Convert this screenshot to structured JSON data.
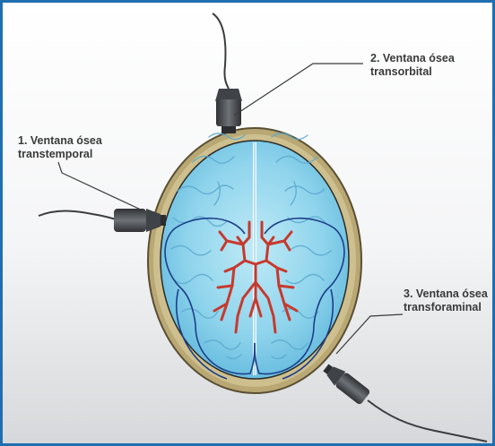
{
  "labels": {
    "transtemporal": {
      "line1": "1. Ventana ósea",
      "line2": "transtemporal"
    },
    "transorbital": {
      "line1": "2. Ventana ósea",
      "line2": "transorbital"
    },
    "transforaminal": {
      "line1": "3. Ventana ósea",
      "line2": "transforaminal"
    }
  },
  "colors": {
    "frame_border": "#1f6fb0",
    "skull": "#c9ba86",
    "brain": "#8fd4ec",
    "gyri": "#6fb8d8",
    "lobe_outline": "#1d3f8a",
    "arteries": "#c63a2e",
    "probe": "#4a4d51",
    "label_text": "#3a3a3a"
  }
}
